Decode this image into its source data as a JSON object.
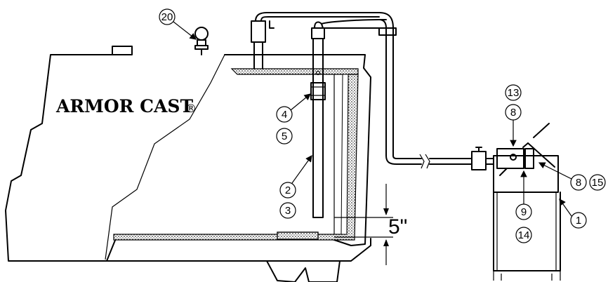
{
  "brand": {
    "name": "ARMOR CAST",
    "mark": "®"
  },
  "dimension": {
    "label": "5\""
  },
  "callouts": [
    {
      "id": "c20",
      "label": "20"
    },
    {
      "id": "c4",
      "label": "4"
    },
    {
      "id": "c5",
      "label": "5"
    },
    {
      "id": "c2",
      "label": "2"
    },
    {
      "id": "c3",
      "label": "3"
    },
    {
      "id": "c13",
      "label": "13"
    },
    {
      "id": "c8a",
      "label": "8"
    },
    {
      "id": "c8b",
      "label": "8"
    },
    {
      "id": "c15",
      "label": "15"
    },
    {
      "id": "c9",
      "label": "9"
    },
    {
      "id": "c14",
      "label": "14"
    },
    {
      "id": "c1",
      "label": "1"
    }
  ]
}
